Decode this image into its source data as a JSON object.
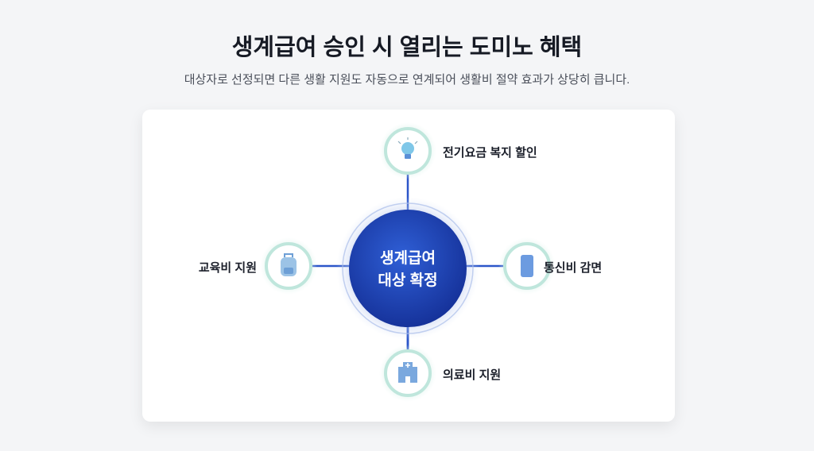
{
  "header": {
    "title": "생계급여 승인 시 열리는 도미노 혜택",
    "subtitle": "대상자로 선정되면 다른 생활 지원도 자동으로 연계되어 생활비 절약 효과가 상당히 큽니다."
  },
  "hub": {
    "line1": "생계급여",
    "line2": "대상 확정"
  },
  "nodes": [
    {
      "id": "electricity",
      "label": "전기요금 복지 할인",
      "icon": "lightbulb-icon"
    },
    {
      "id": "telecom",
      "label": "통신비 감면",
      "icon": "smartphone-icon"
    },
    {
      "id": "medical",
      "label": "의료비 지원",
      "icon": "hospital-icon"
    },
    {
      "id": "education",
      "label": "교육비 지원",
      "icon": "backpack-icon"
    }
  ],
  "colors": {
    "hub": "#1f45b5",
    "node_ring": "#bfe6dc",
    "accent": "#2c56c9"
  }
}
